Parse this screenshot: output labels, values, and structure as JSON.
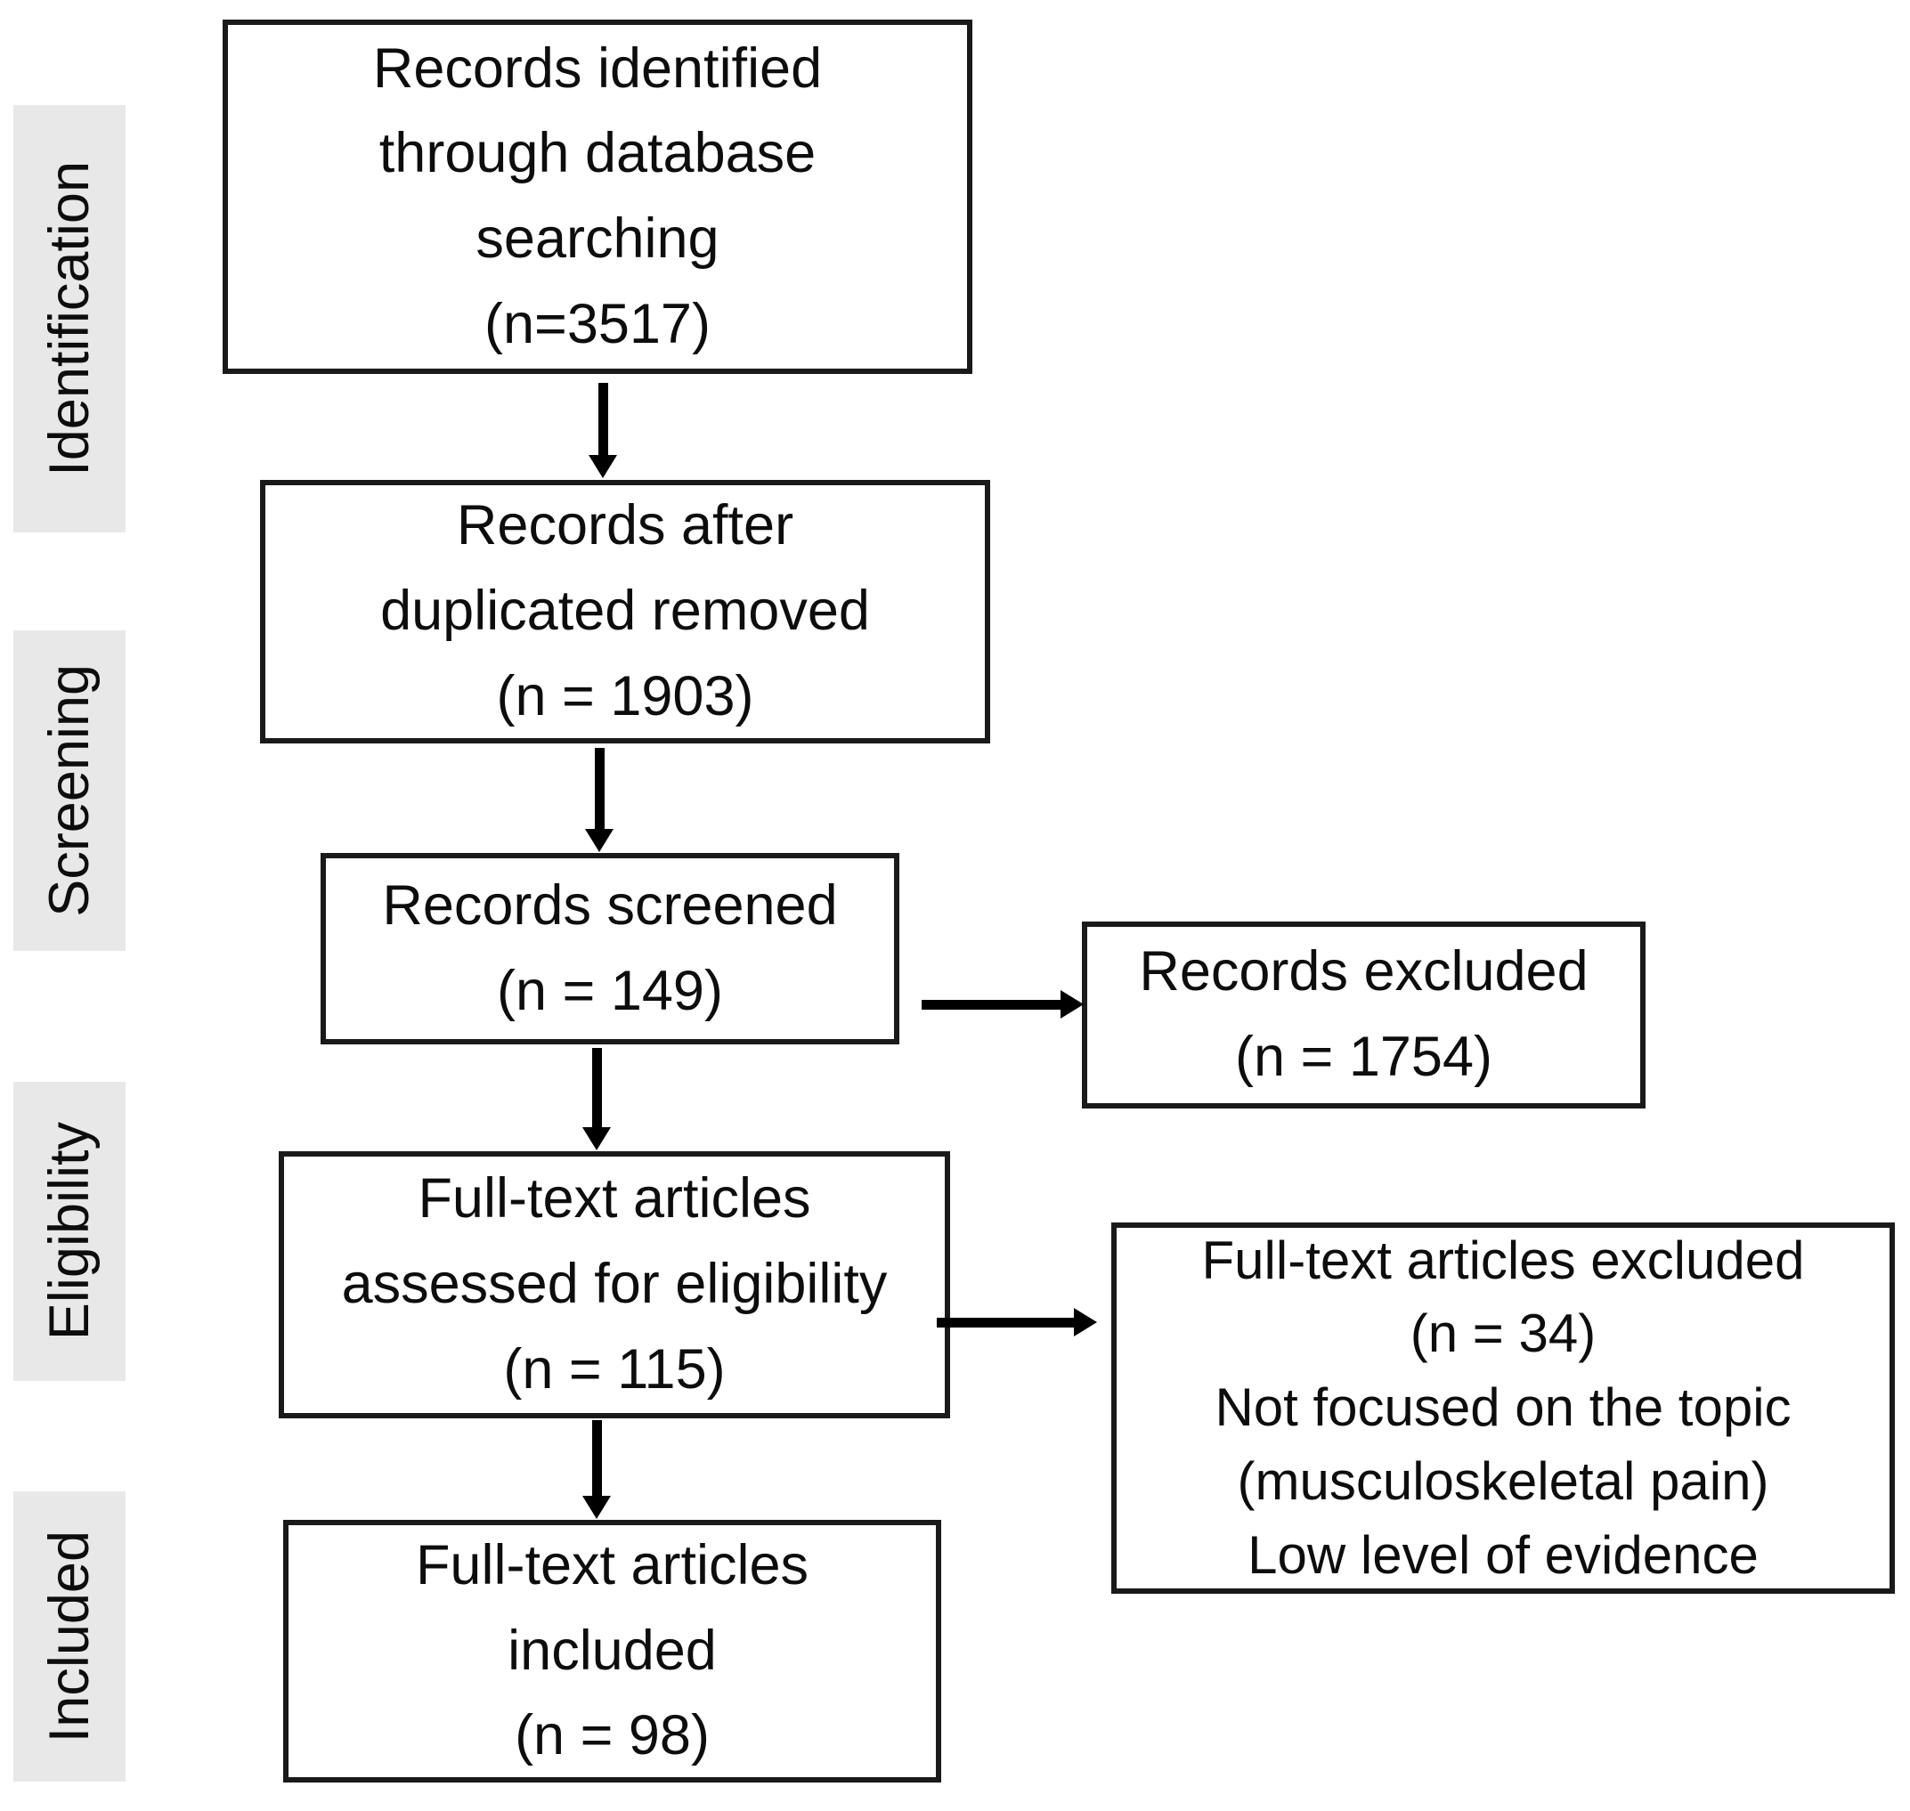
{
  "diagram": {
    "stages": [
      {
        "label": "Identification"
      },
      {
        "label": "Screening"
      },
      {
        "label": "Eligibility"
      },
      {
        "label": "Included"
      }
    ],
    "boxes": {
      "identified": {
        "lines": [
          "Records identified",
          "through database",
          "searching",
          "(n=3517)"
        ]
      },
      "deduplicated": {
        "lines": [
          "Records after",
          "duplicated removed",
          "(n = 1903)"
        ]
      },
      "screened": {
        "lines": [
          "Records screened",
          "(n = 149)"
        ]
      },
      "records_excluded": {
        "lines": [
          "Records excluded",
          "(n = 1754)"
        ]
      },
      "eligibility": {
        "lines": [
          "Full-text articles",
          "assessed for eligibility",
          "(n = 115)"
        ]
      },
      "fulltext_excluded": {
        "lines": [
          "Full-text articles excluded",
          "(n = 34)",
          "Not focused on the topic",
          "(musculoskeletal pain)",
          "Low level of evidence"
        ]
      },
      "included": {
        "lines": [
          "Full-text articles",
          "included",
          "(n = 98)"
        ]
      }
    },
    "colors": {
      "background": "#ffffff",
      "stage_band_bg": "#e8e8e8",
      "box_border": "#1a1a1a",
      "text": "#0d0d0d",
      "arrow": "#000000"
    }
  }
}
